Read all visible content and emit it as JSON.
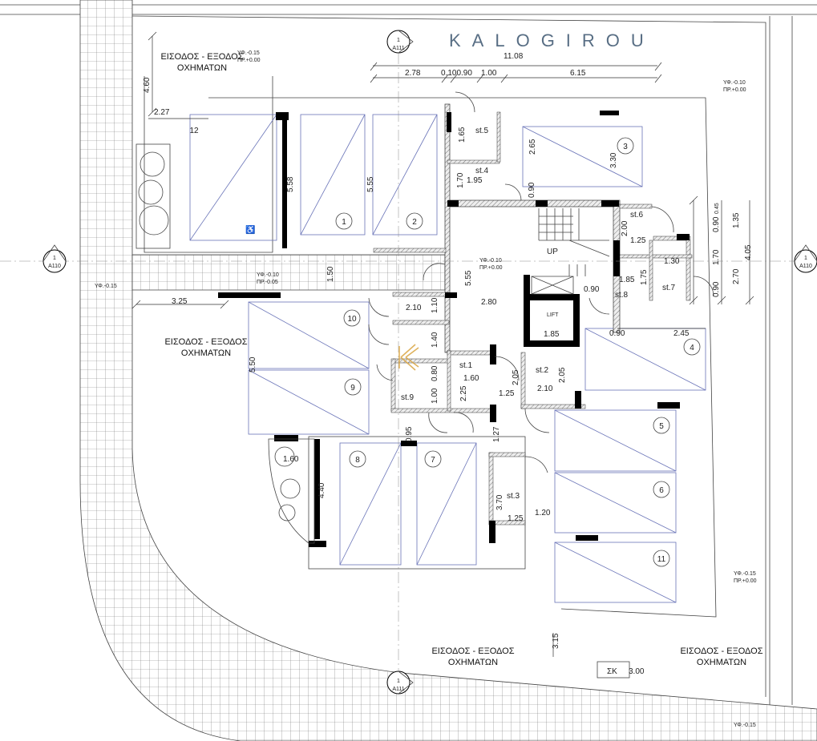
{
  "drawing": {
    "entrance_labels": [
      {
        "line1": "ΕΙΣΟΔΟΣ - ΕΞΟΔΟΣ",
        "line2": "ΟΧΗΜΑΤΩΝ"
      },
      {
        "line1": "ΕΙΣΟΔΟΣ - ΕΞΟΔΟΣ",
        "line2": "ΟΧΗΜΑΤΩΝ"
      },
      {
        "line1": "ΕΙΣΟΔΟΣ - ΕΞΟΔΟΣ",
        "line2": "ΟΧΗΜΑΤΩΝ"
      },
      {
        "line1": "ΕΙΣΟΔΟΣ - ΕΞΟΔΟΣ",
        "line2": "ΟΧΗΜΑΤΩΝ"
      }
    ],
    "levels": [
      {
        "a": "ΥΦ.-0.15",
        "b": "ΠΡ.+0.00"
      },
      {
        "a": "ΥΦ.-0.10",
        "b": "ΠΡ.+0.00"
      },
      {
        "a": "ΥΦ.-0.10",
        "b": "ΠΡ.-0.05"
      },
      {
        "a": "ΥΦ.-0.10",
        "b": "ΠΡ.+0.00"
      },
      {
        "a": "ΥΦ.-0.15",
        "b": "ΠΡ.+0.00"
      }
    ],
    "single_levels": [
      "ΥΦ.-0.15",
      "ΥΦ.-0.15"
    ],
    "section_markers": [
      {
        "num": "1",
        "ref": "A111"
      },
      {
        "num": "1",
        "ref": "A111"
      },
      {
        "num": "1",
        "ref": "A110"
      },
      {
        "num": "1",
        "ref": "A110"
      }
    ],
    "parking_numbers": [
      "12",
      "1",
      "2",
      "3",
      "10",
      "9",
      "4",
      "8",
      "7",
      "5",
      "6",
      "11"
    ],
    "rooms": [
      "st.1",
      "st.2",
      "st.3",
      "st.4",
      "st.5",
      "st.6",
      "st.7",
      "st.8",
      "st.9",
      "UP",
      "LIFT",
      "ΣΚ"
    ],
    "dims_h": [
      "11.08",
      "2.78",
      "0.100.90",
      "1.00",
      "6.15",
      "2.27",
      "1.95",
      "1.25",
      "1.30",
      "1.85",
      "0.90",
      "2.80",
      "1.85",
      "3.25",
      "2.10",
      "1.60",
      "2.10",
      "1.25",
      "0.90",
      "2.45",
      "1.60",
      "1.25",
      "1.20",
      "3.00"
    ],
    "dims_v": [
      "4.60",
      "5.58",
      "5.55",
      "1.65",
      "1.70",
      "2.65",
      "3.30",
      "0.90",
      "2.00",
      "0.45",
      "0.90",
      "1.35",
      "1.70",
      "2.70",
      "4.05",
      "1.75",
      "0.90",
      "5.55",
      "1.50",
      "1.10",
      "1.40",
      "5.50",
      "0.80",
      "2.05",
      "2.05",
      "1.00",
      "2.25",
      "0.95",
      "1.27",
      "4.40",
      "3.70",
      "3.15"
    ],
    "watermark": "KALOGIROU"
  }
}
